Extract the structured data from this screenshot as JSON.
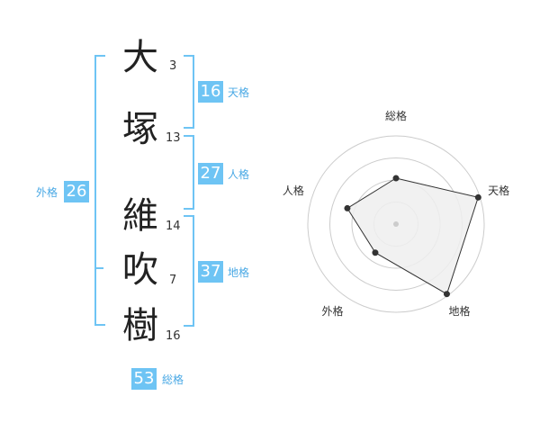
{
  "name": {
    "chars": [
      {
        "char": "大",
        "strokes": "3"
      },
      {
        "char": "塚",
        "strokes": "13"
      },
      {
        "char": "維",
        "strokes": "14"
      },
      {
        "char": "吹",
        "strokes": "7"
      },
      {
        "char": "樹",
        "strokes": "16"
      }
    ]
  },
  "fortune": {
    "tenkaku": {
      "value": "16",
      "label": "天格"
    },
    "jinkaku": {
      "value": "27",
      "label": "人格"
    },
    "chikaku": {
      "value": "37",
      "label": "地格"
    },
    "gaikaku": {
      "value": "26",
      "label": "外格"
    },
    "soukaku": {
      "value": "53",
      "label": "総格"
    }
  },
  "chart_data": {
    "type": "radar",
    "axes": [
      "総格",
      "天格",
      "地格",
      "外格",
      "人格"
    ],
    "values": [
      0.52,
      0.98,
      0.98,
      0.4,
      0.58
    ],
    "scale_max": 1,
    "rings": 4,
    "colors": {
      "fill": "#eeeeee",
      "stroke": "#333333",
      "grid": "#cccccc",
      "point": "#333333",
      "center": "#cccccc"
    }
  }
}
